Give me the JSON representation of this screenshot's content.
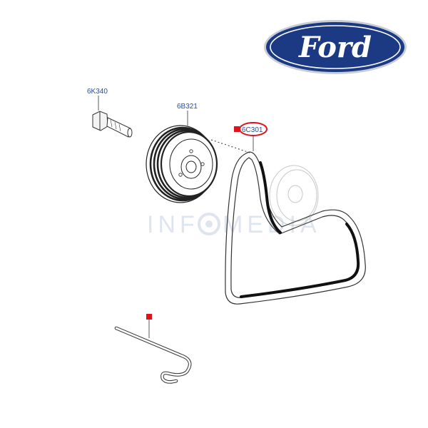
{
  "brand": {
    "logo_text": "Ford",
    "logo_color": "#1c3a84"
  },
  "watermark": {
    "left": "INF",
    "right": "MEDIA"
  },
  "parts": [
    {
      "code": "6K340",
      "item": "crankshaft pulley bolt"
    },
    {
      "code": "6B321",
      "item": "crankshaft pulley"
    },
    {
      "code": "6C301",
      "item": "drive belt",
      "highlighted": true
    }
  ],
  "colors": {
    "callout_text": "#2b4c9c",
    "marker": "#e0121b",
    "highlight_ring": "#e0121b",
    "line_art": "#333333"
  }
}
